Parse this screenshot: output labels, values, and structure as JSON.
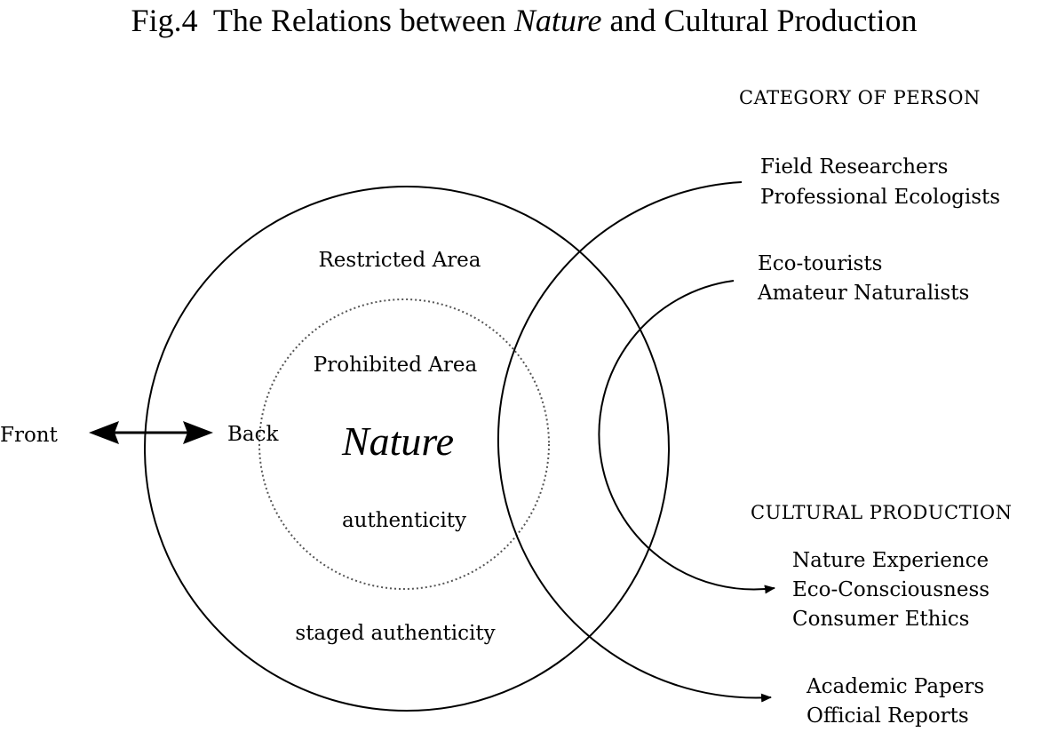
{
  "title": {
    "prefix": "Fig.4  The Relations between ",
    "emphasis": "Nature",
    "suffix": " and Cultural Production"
  },
  "headings": {
    "category_of_person": "CATEGORY OF PERSON",
    "cultural_production": "CULTURAL PRODUCTION"
  },
  "persons": {
    "group1": [
      "Field Researchers",
      "Professional Ecologists"
    ],
    "group2": [
      "Eco-tourists",
      "Amateur Naturalists"
    ]
  },
  "productions": {
    "group1": [
      "Nature Experience",
      "Eco-Consciousness",
      "Consumer Ethics"
    ],
    "group2": [
      "Academic Papers",
      "Official Reports"
    ]
  },
  "areas": {
    "restricted": "Restricted Area",
    "prohibited": "Prohibited Area",
    "center": "Nature",
    "authenticity": "authenticity",
    "staged": "staged authenticity"
  },
  "axis": {
    "front": "Front",
    "back": "Back"
  },
  "colors": {
    "line": "#000000",
    "background": "#ffffff",
    "dotted": "#555555"
  }
}
